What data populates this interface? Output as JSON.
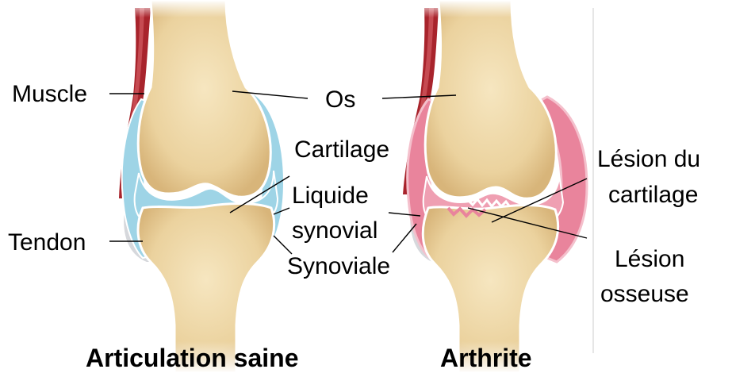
{
  "labels": {
    "muscle": "Muscle",
    "os": "Os",
    "cartilage": "Cartilage",
    "liquide": "Liquide",
    "synovial": "synovial",
    "synoviale": "Synoviale",
    "tendon": "Tendon",
    "lesion_cartilage_1": "Lésion du",
    "lesion_cartilage_2": "cartilage",
    "lesion_osseuse_1": "Lésion",
    "lesion_osseuse_2": "osseuse"
  },
  "captions": {
    "healthy": "Articulation saine",
    "arthritis": "Arthrite"
  },
  "colors": {
    "bone": "#efd8a8",
    "bone_shade": "#d9b77c",
    "muscle": "#a8242c",
    "healthy_synovium": "#9ed4e6",
    "arthritis_synovium": "#e9849c",
    "tendon": "#d6d8dc"
  }
}
